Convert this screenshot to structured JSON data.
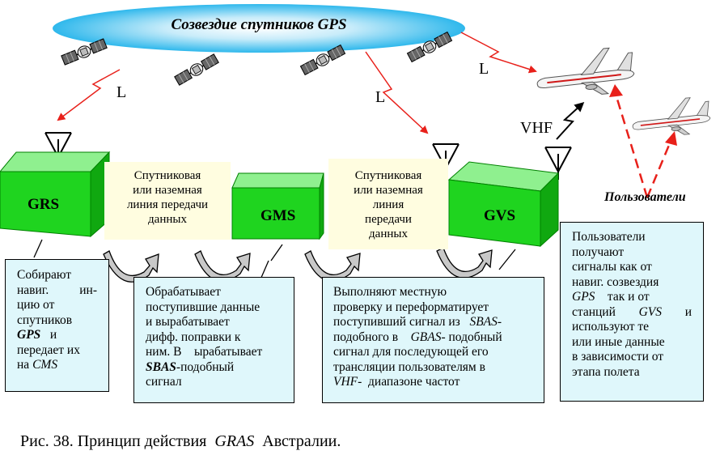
{
  "constellation": {
    "label": "Созвездие спутников  GPS"
  },
  "stations": {
    "grs": "GRS",
    "gms": "GMS",
    "gvs": "GVS"
  },
  "links": {
    "l_left": "L",
    "l_mid": "L",
    "l_right": "L",
    "vhf": "VHF"
  },
  "users_label": "Пользователи",
  "datalink_left": {
    "line1": "Спутниковая",
    "line2": "или наземная",
    "line3": "линия передачи",
    "line4": "данных"
  },
  "datalink_right": {
    "line1": "Спутниковая",
    "line2": "или наземная",
    "line3": "линия",
    "line4": "передачи",
    "line5": "данных"
  },
  "box_grs": {
    "t1": "Собирают",
    "t2": "навиг.",
    "t3": "ин-",
    "t4": "цию от",
    "t5": "спутников",
    "t6": "GPS",
    "t7": "и",
    "t8": "передает их",
    "t9": "на",
    "t10": "CMS"
  },
  "box_gms": {
    "t1": "Обрабатывает",
    "t2": "поступившие данные",
    "t3": "и вырабатывает",
    "t4": "дифф. поправки к",
    "t5": "ним. В",
    "t6": "ырабатывает",
    "t7": "SBAS",
    "t8": "-подобный",
    "t9": "сигнал"
  },
  "box_gvs": {
    "t1": "Выполняют местную",
    "t2": "проверку и переформатирует",
    "t3": "поступивший сигнал из",
    "t4": "SBAS-",
    "t5": "подобного в",
    "t6": "GBAS-",
    "t7": "подобный",
    "t8": "сигнал для последующей его",
    "t9": "трансляции пользователям в",
    "t10": "VHF-",
    "t11": "диапазоне частот"
  },
  "box_users": {
    "t1": "Пользователи",
    "t2": "получают",
    "t3": "сигналы как от",
    "t4": "навиг. созвездия",
    "t5": "GPS",
    "t6": "так и от",
    "t7": "станций",
    "t8": "GVS",
    "t9": "и",
    "t10": "используют те",
    "t11": "или иные данные",
    "t12": "в зависимости от",
    "t13": "этапа полета"
  },
  "caption": {
    "prefix": "Рис. 38. Принцип действия",
    "gras": "GRAS",
    "suffix": "Австралии."
  },
  "colors": {
    "ellipse": "#2fb8ec",
    "station_green": "#1fd41f",
    "station_top": "#8ff08f",
    "arrow_red": "#e8201a",
    "box_fill": "#dff7fb",
    "label_fill": "#fffde0"
  }
}
